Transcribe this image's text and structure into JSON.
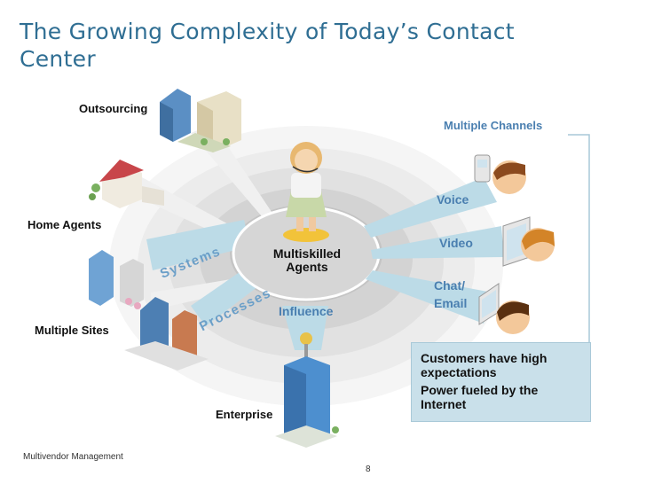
{
  "slide": {
    "title": "The Growing Complexity of Today’s Contact Center",
    "footer": "Multivendor Management",
    "page_number": "8"
  },
  "center": {
    "label": "Multiskilled Agents"
  },
  "spokes": {
    "systems": "Systems",
    "processes": "Processes",
    "influence": "Influence"
  },
  "left_items": {
    "outsourcing": "Outsourcing",
    "home_agents": "Home Agents",
    "multiple_sites": "Multiple Sites",
    "enterprise": "Enterprise"
  },
  "channels": {
    "heading": "Multiple Channels",
    "voice": "Voice",
    "video": "Video",
    "chat_line1": "Chat/",
    "chat_line2": "Email"
  },
  "customers": {
    "line1": "Customers have high expectations",
    "line2": "Power fueled by the Internet"
  },
  "colors": {
    "title": "#2f6e93",
    "accent_blue": "#6b9fc8",
    "beam": "#bcdbe7",
    "box": "#c9e0ea"
  }
}
